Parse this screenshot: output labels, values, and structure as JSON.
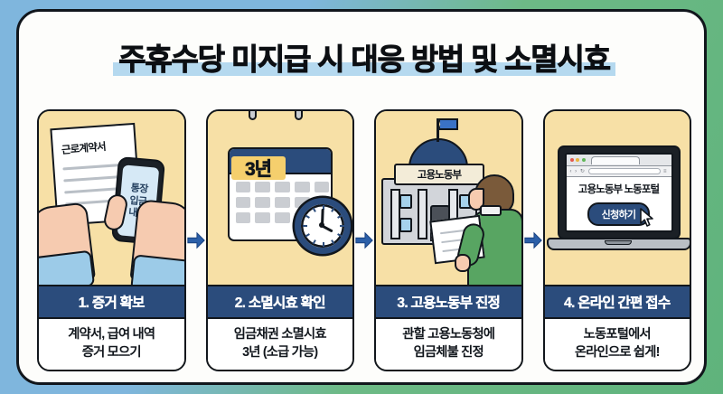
{
  "title": {
    "text": "주휴수당 미지급 시 대응 방법 및 소멸시효",
    "highlight_color": "#b5d9ef"
  },
  "theme": {
    "background_blue": "#7fb6dd",
    "background_green": "#5fb37c",
    "card_illustration_bg": "#f7e0a6",
    "label_bar_color": "#2b4c7c",
    "outline_color": "#11161c",
    "accent_yellow": "#f5cf6d",
    "arrow_color": "#2b5fa8"
  },
  "steps": [
    {
      "label": "1. 증거 확보",
      "caption": "계약서, 급여 내역\n증거 모으기",
      "art": {
        "document_title": "근로계약서",
        "phone_screen_lines": [
          "통장",
          "입금",
          "내역"
        ]
      }
    },
    {
      "label": "2. 소멸시효 확인",
      "caption": "임금채권 소멸시효\n3년 (소급 가능)",
      "art": {
        "calendar_highlight": "3년"
      }
    },
    {
      "label": "3. 고용노동부 진정",
      "caption": "관할 고용노동청에\n임금체불 진정",
      "art": {
        "building_sign": "고용노동부"
      }
    },
    {
      "label": "4. 온라인 간편 접수",
      "caption": "노동포털에서\n온라인으로 쉽게!",
      "art": {
        "browser_page_title": "고용노동부 노동포털",
        "cta_button": "신청하기"
      }
    }
  ]
}
